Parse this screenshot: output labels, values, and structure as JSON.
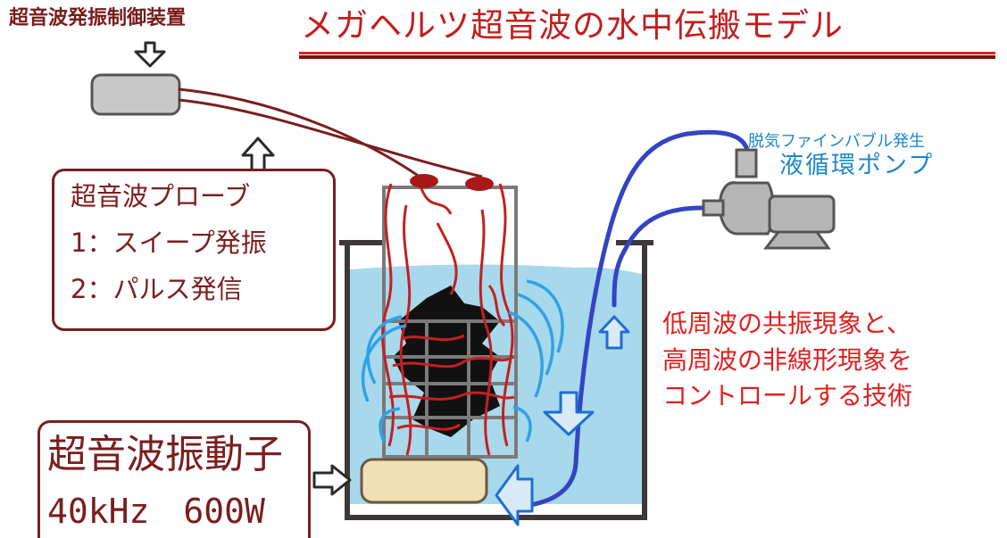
{
  "title": "メガヘルツ超音波の水中伝搬モデル",
  "controller_label": "超音波発振制御装置",
  "probe": {
    "title": "超音波プローブ",
    "line1": "1：スイープ発振",
    "line2": "2：パルス発信"
  },
  "pump": {
    "sub": "脱気ファインバブル発生",
    "main": "液循環ポンプ"
  },
  "transducer": {
    "title": "超音波振動子",
    "spec": "40kHz　600W"
  },
  "caption": {
    "line1": "低周波の共振現象と、",
    "line2": "高周波の非線形現象を",
    "line3": "コントロールする技術"
  },
  "colors": {
    "title": "#c41d1d",
    "box_border": "#7a1e1e",
    "water": "#a8d8ec",
    "tank_wall": "#3d3838",
    "pipe": "#3344c4",
    "flow_arrows": "#2fa2e6",
    "caption": "#e02020",
    "pump_text": "#1d87c9",
    "wire": "#7a1e1e"
  },
  "icons": [
    "down-arrow-icon",
    "up-arrow-icon",
    "right-arrow-icon",
    "left-arrow-icon"
  ]
}
